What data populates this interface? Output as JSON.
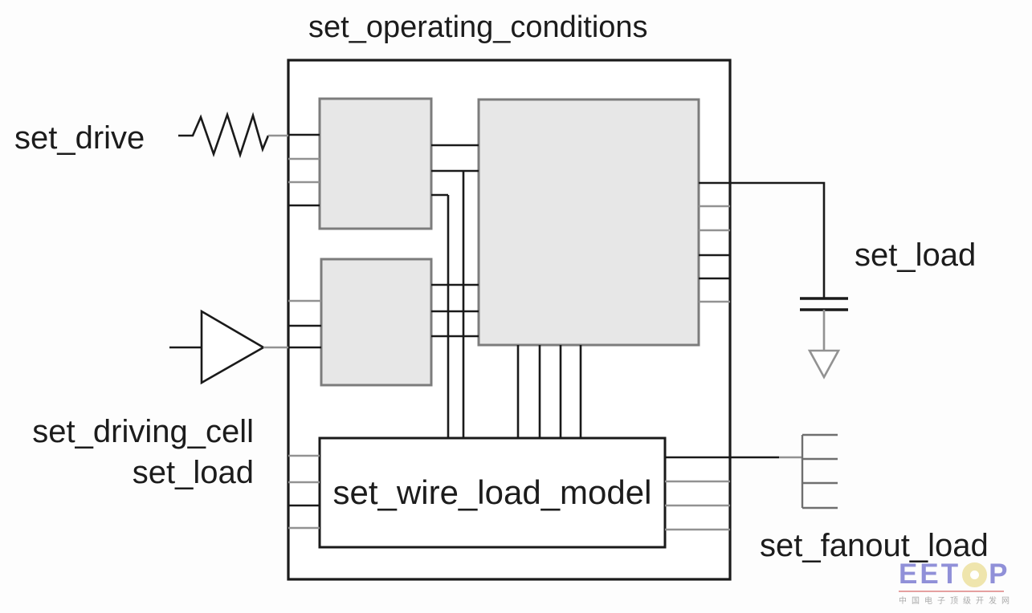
{
  "title": "set_operating_conditions",
  "labels": {
    "set_drive": "set_drive",
    "set_driving_cell": "set_driving_cell",
    "set_load_input": "set_load",
    "set_load_output": "set_load",
    "set_wire_load_model": "set_wire_load_model",
    "set_fanout_load": "set_fanout_load"
  },
  "icons": {
    "resistor": "resistor-icon",
    "buffer": "buffer-triangle-icon",
    "capacitor": "capacitor-icon",
    "ground": "ground-arrow-icon",
    "fanout": "fanout-icon"
  },
  "colors": {
    "line-dark": "#1a1a1a",
    "line-gray": "#929292",
    "box-fill": "#e7e7e7",
    "box-border": "#7c7c7c",
    "text": "#1c1c1c",
    "logo-purple": "#9090d8",
    "logo-yellow": "#efe5ad",
    "logo-underline": "#e5a0a0",
    "logo-tagline": "#ababab"
  },
  "watermark": {
    "logo_text": "EETOP",
    "logo_prefix": "EET",
    "logo_o": "O",
    "logo_suffix": "P",
    "tagline": "中国电子顶级开发网"
  }
}
